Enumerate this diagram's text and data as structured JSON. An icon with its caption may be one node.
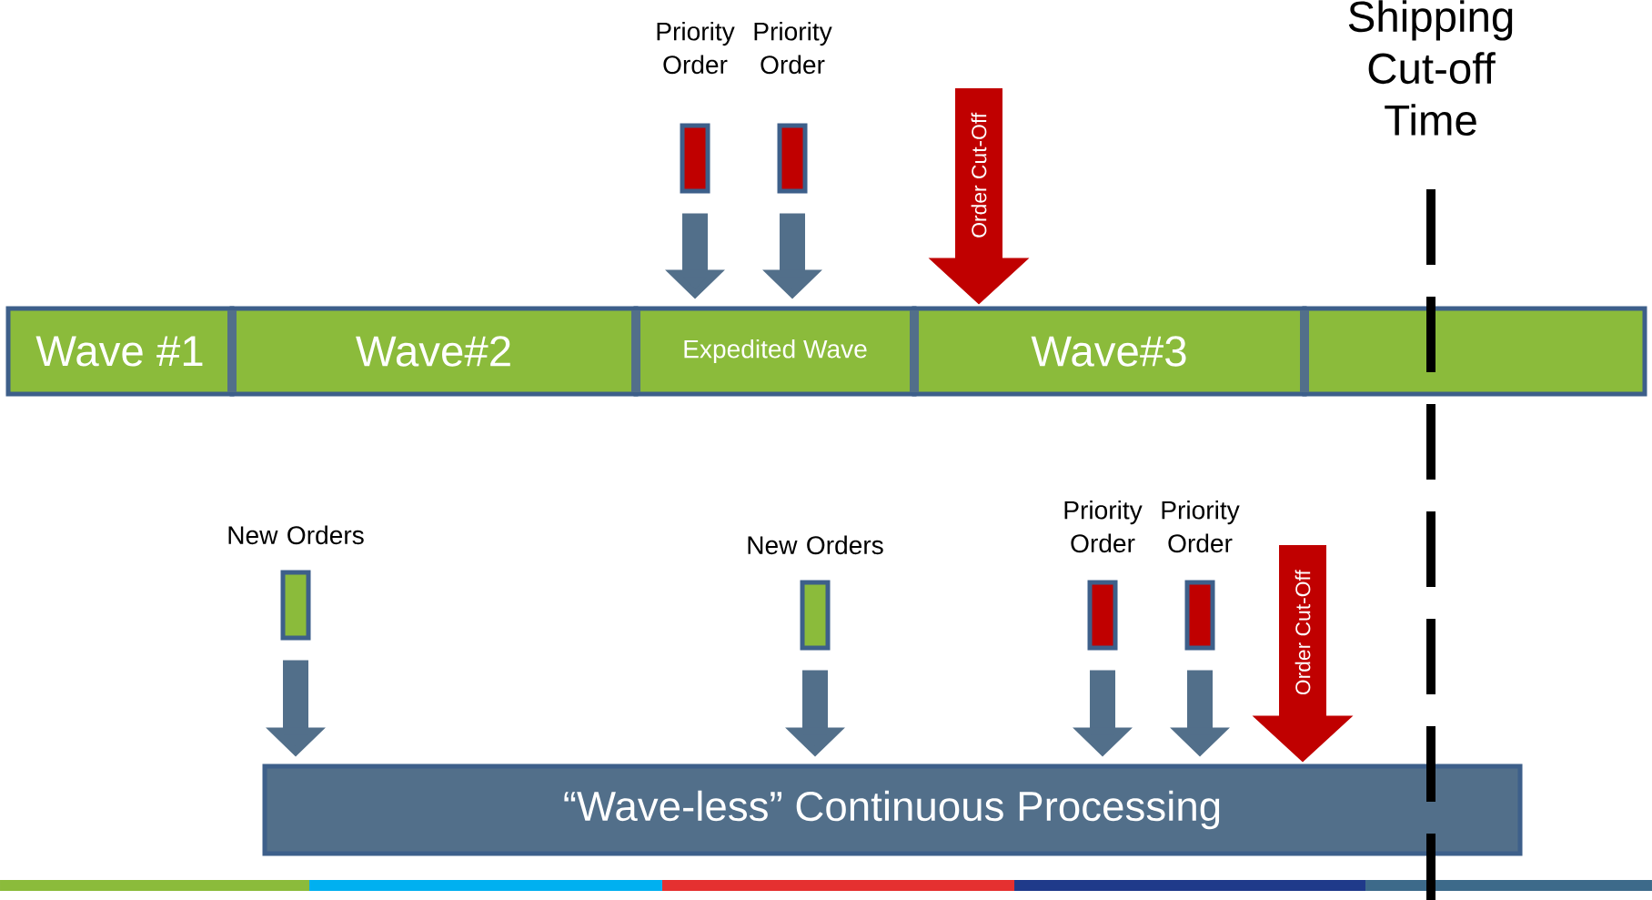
{
  "diagram": {
    "nodes": [
      {
        "text": [
          "Priority Order"
        ]
      },
      {
        "text": [
          "Priority Order"
        ]
      },
      {
        "text": [
          "Wave #1"
        ]
      },
      {
        "text": [
          "Wave#2"
        ]
      },
      {
        "text": [
          "Expedited Wave"
        ]
      },
      {
        "text": [
          "Wave#3"
        ]
      },
      {
        "text": [],
        "shape": "box"
      },
      {
        "text": [
          "New Orders"
        ]
      },
      {
        "text": [
          "New Orders"
        ]
      },
      {
        "text": [
          "Priority Order"
        ]
      },
      {
        "text": [
          "Priority Order"
        ]
      },
      {
        "text": [
          "“Wave-less” Continuous Processing"
        ]
      }
    ],
    "edges": [
      {
        "from": 0,
        "to": 4,
        "arrow": "to"
      },
      {
        "from": 1,
        "to": 4,
        "arrow": "to"
      },
      {
        "from": null,
        "to": 5,
        "arrow": "to",
        "label": "Order Cut-Off",
        "style": "thick",
        "color": "#c00000"
      },
      {
        "from": 7,
        "to": 11,
        "arrow": "to"
      },
      {
        "from": 8,
        "to": 11,
        "arrow": "to"
      },
      {
        "from": 9,
        "to": 11,
        "arrow": "to"
      },
      {
        "from": 10,
        "to": 11,
        "arrow": "to"
      },
      {
        "from": null,
        "to": 11,
        "arrow": "to",
        "label": "Order Cut-Off",
        "style": "thick",
        "color": "#c00000"
      }
    ],
    "labels": [
      "Shipping Cut-off Time"
    ]
  }
}
